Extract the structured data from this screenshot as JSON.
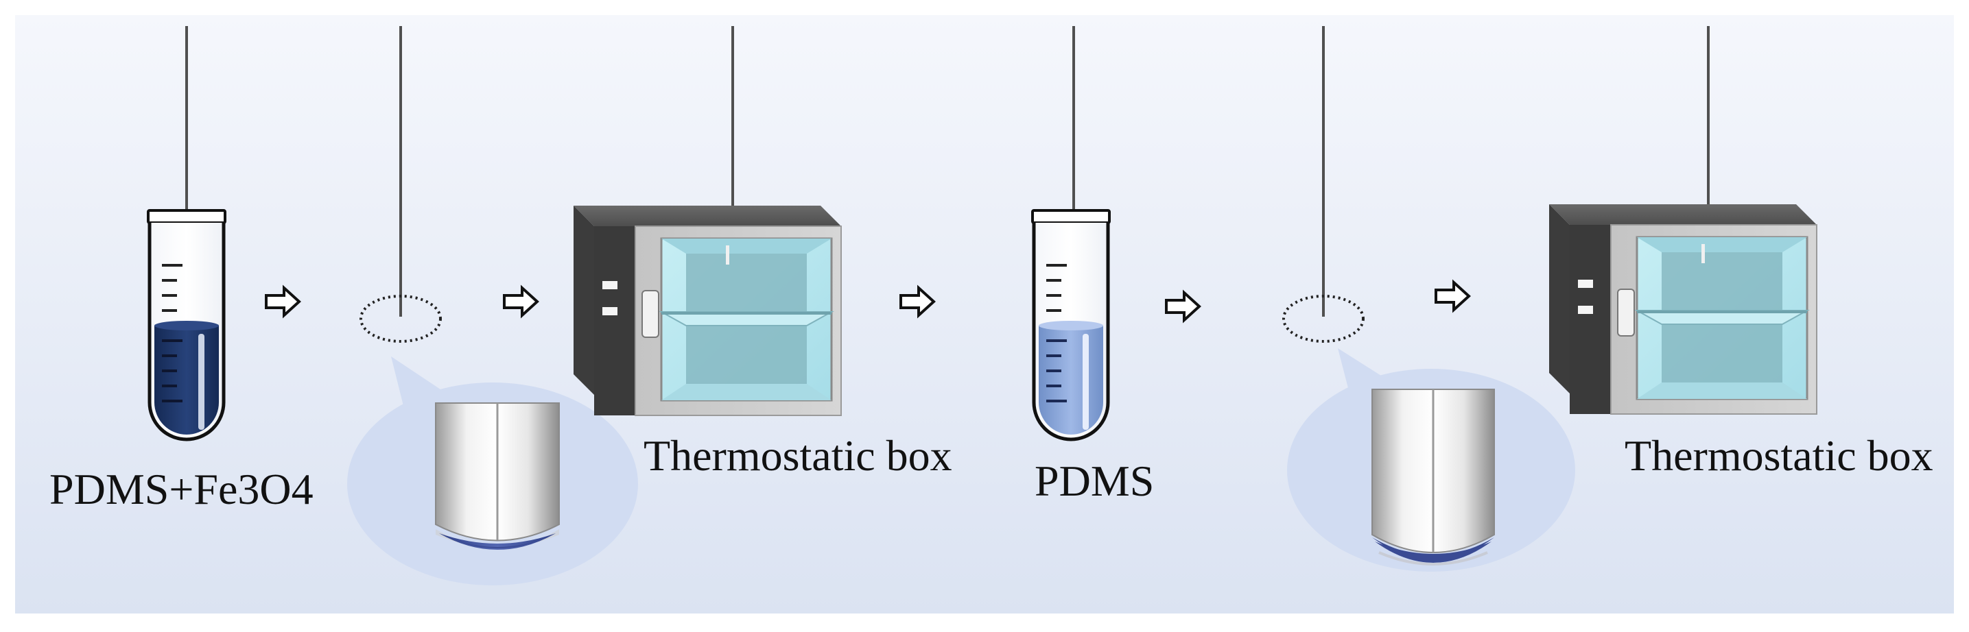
{
  "steps": [
    {
      "label": "PDMS+Fe3O4"
    },
    {
      "label": ""
    },
    {
      "label": "Thermostatic box"
    },
    {
      "label": "PDMS"
    },
    {
      "label": ""
    },
    {
      "label": "Thermostatic box"
    }
  ],
  "arrows": 5,
  "colors": {
    "background_top": "#f2f5fb",
    "background_bottom": "#dde5f3",
    "dark_solution": "#1e3463",
    "light_solution": "#86a3d8",
    "glass_window": "#b7e6ee",
    "oven_body": "#4b4b4b",
    "oven_frame": "#c8c8c8",
    "zoom_bubble": "#d2ddf3",
    "wire": "#505050"
  },
  "icons": [
    "test-tube-icon",
    "dip-region-icon",
    "coated-rod-icon",
    "oven-icon",
    "process-arrow-icon"
  ]
}
